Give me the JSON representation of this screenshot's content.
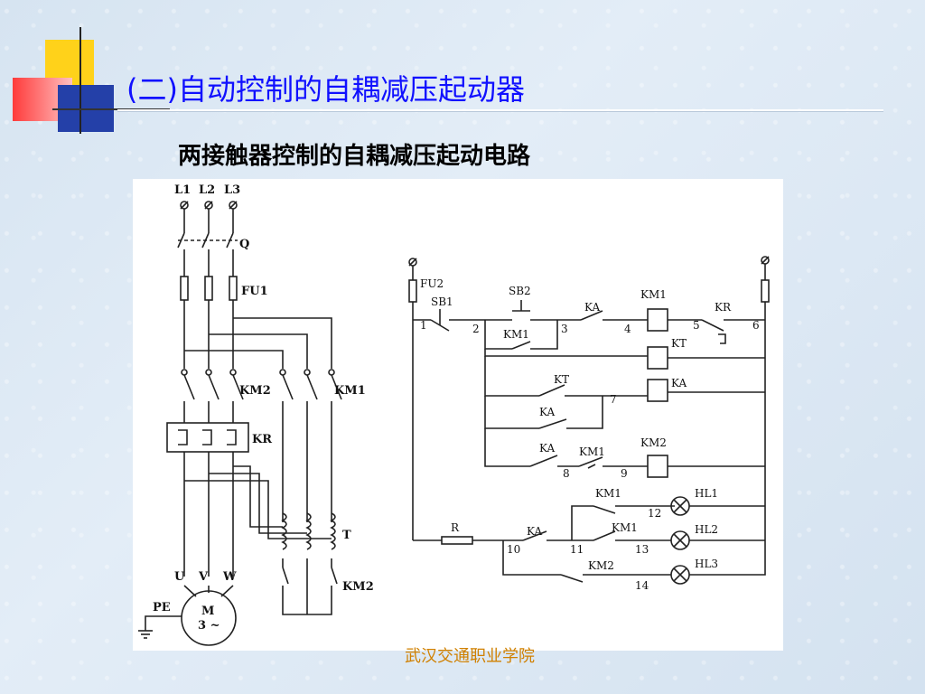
{
  "slide": {
    "title": "(二)自动控制的自耦减压起动器",
    "subtitle": "两接触器控制的自耦减压起动电路",
    "footer": "武汉交通职业学院"
  },
  "diagram": {
    "power_circuit": {
      "phase_labels": [
        "L1",
        "L2",
        "L3"
      ],
      "switch_label": "Q",
      "fuse_label": "FU1",
      "contactor_labels": [
        "KM2",
        "KM1"
      ],
      "overload_label": "KR",
      "transformer_label": "T",
      "transformer_contact_label": "KM2",
      "motor_terminals": [
        "U",
        "V",
        "W"
      ],
      "motor_label": "M",
      "motor_sub_label": "3 ~",
      "ground_label": "PE"
    },
    "control_circuit": {
      "fuse_label": "FU2",
      "components": [
        "SB1",
        "SB2",
        "KA",
        "KM1",
        "KR",
        "KM1",
        "KT",
        "KT",
        "KA",
        "KA",
        "KA",
        "KM1",
        "KM2",
        "KM1",
        "R",
        "KA",
        "KM1",
        "KM2"
      ],
      "coil_labels": [
        "KM1",
        "KT",
        "KA",
        "KM2"
      ],
      "lamp_labels": [
        "HL1",
        "HL2",
        "HL3"
      ],
      "node_numbers": [
        "1",
        "2",
        "3",
        "4",
        "5",
        "6",
        "7",
        "8",
        "9",
        "10",
        "11",
        "12",
        "13",
        "14"
      ]
    }
  },
  "colors": {
    "title": "#1010ff",
    "footer": "#d08000",
    "panel_bg": "#ffffff"
  }
}
